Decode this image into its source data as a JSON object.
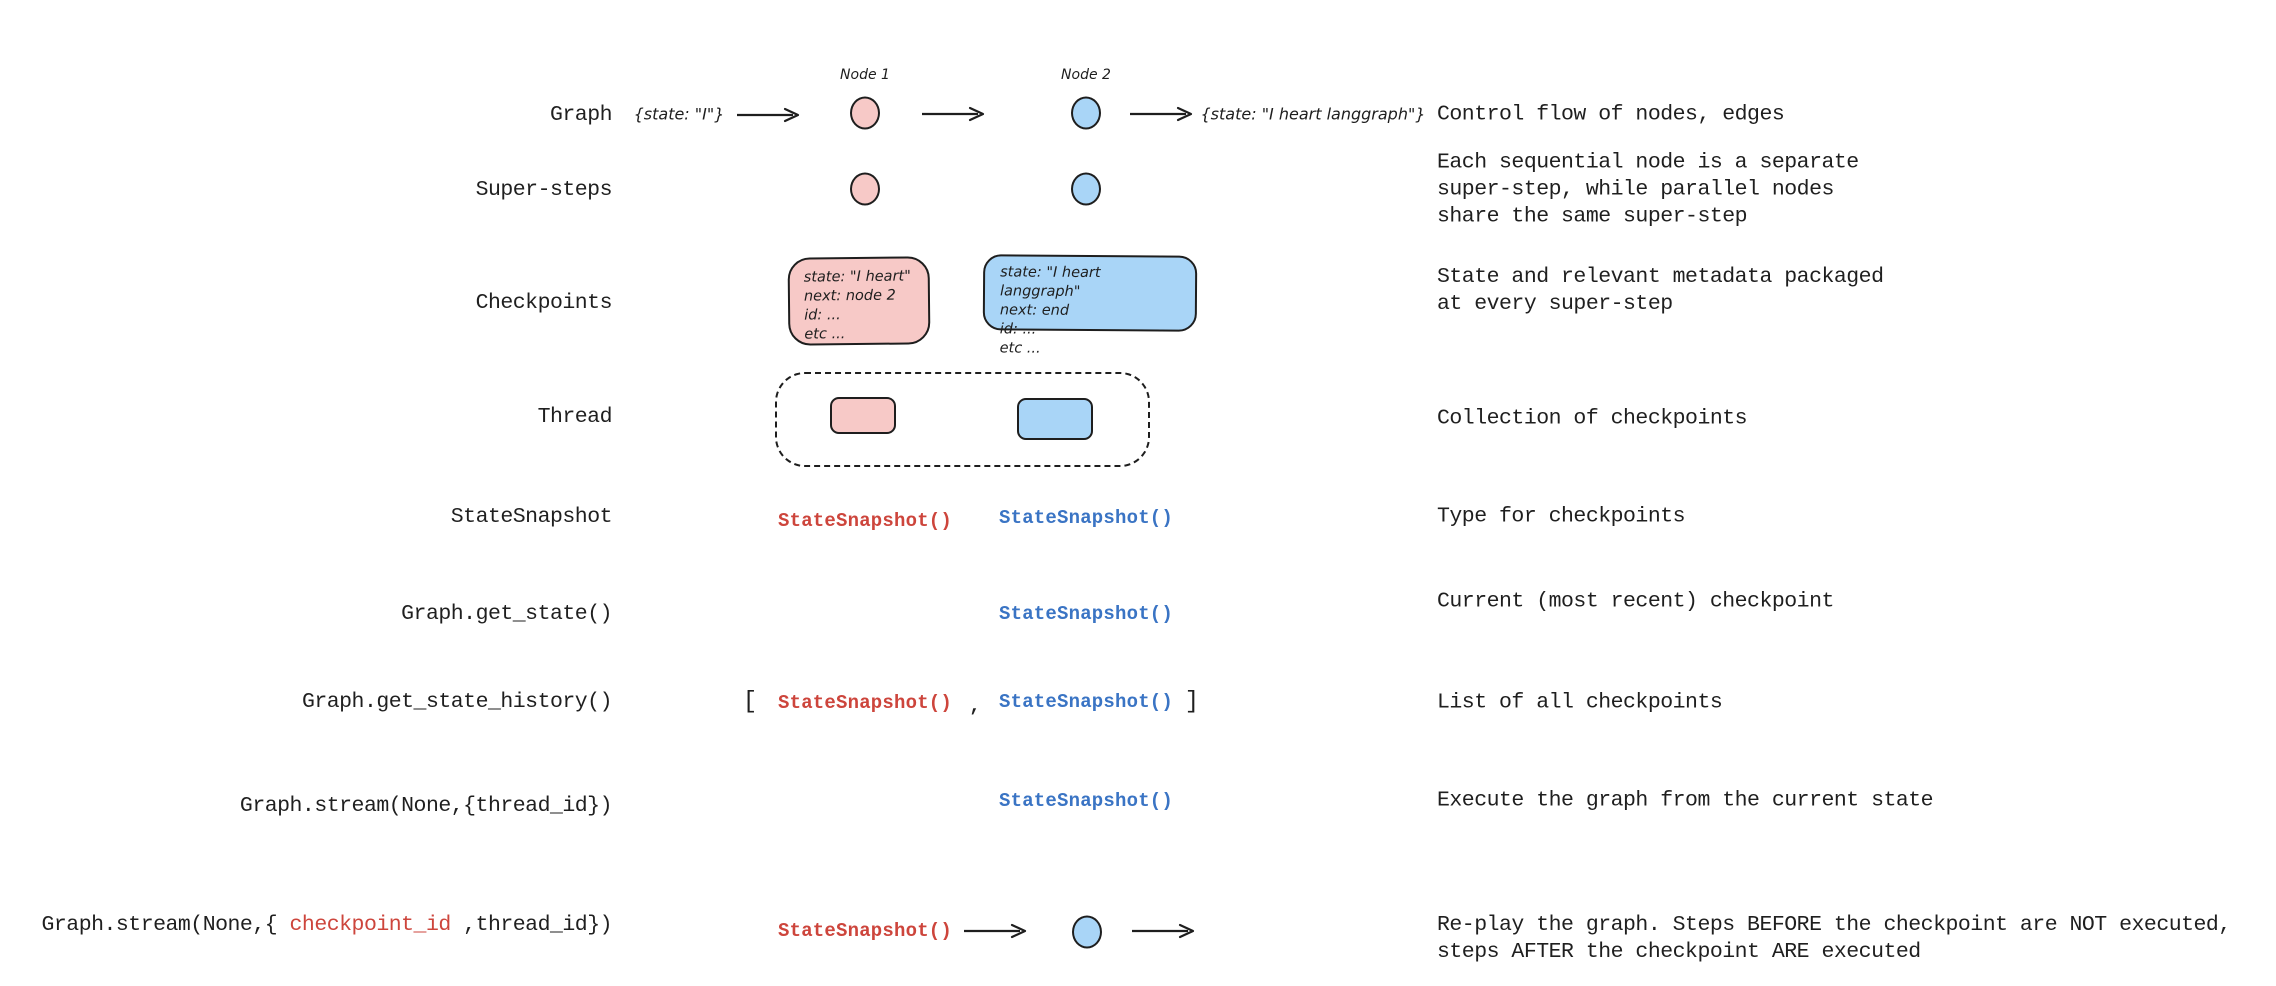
{
  "colors": {
    "ink": "#1f1f1f",
    "stroke": "#1e1e1e",
    "red_code": "#cd453c",
    "blue_code": "#3a74c4",
    "pink_fill": "#f7c9c7",
    "blue_fill": "#a9d5f7"
  },
  "rows": {
    "graph": {
      "label": "Graph",
      "input_state": "{state: \"I\"}",
      "node1_label": "Node 1",
      "node2_label": "Node 2",
      "output_state": "{state: \"I heart langgraph\"}",
      "description": "Control flow of nodes, edges"
    },
    "supersteps": {
      "label": "Super-steps",
      "description": "Each sequential node is a separate\nsuper-step, while parallel nodes\nshare the same super-step"
    },
    "checkpoints": {
      "label": "Checkpoints",
      "pink_box": "state: \"I heart\"\nnext: node 2\nid: ...\netc ...",
      "blue_box": "state: \"I heart langgraph\"\nnext: end\nid: ...\netc ...",
      "description": "State and relevant metadata packaged\nat every super-step"
    },
    "thread": {
      "label": "Thread",
      "description": "Collection of checkpoints"
    },
    "statesnapshot": {
      "label": "StateSnapshot",
      "red_value": "StateSnapshot()",
      "blue_value": "StateSnapshot()",
      "description": "Type for checkpoints"
    },
    "get_state": {
      "label": "Graph.get_state()",
      "blue_value": "StateSnapshot()",
      "description": "Current (most recent) checkpoint"
    },
    "get_state_history": {
      "label": "Graph.get_state_history()",
      "bracket_open": "[",
      "red_value": "StateSnapshot()",
      "comma": ",",
      "blue_value": "StateSnapshot()",
      "bracket_close": "]",
      "description": "List of all checkpoints"
    },
    "stream": {
      "label": "Graph.stream(None,{thread_id})",
      "blue_value": "StateSnapshot()",
      "description": "Execute the graph from the current state"
    },
    "replay": {
      "label_prefix": "Graph.stream(None,{ ",
      "label_checkpoint_id": "checkpoint_id",
      "label_suffix": " ,thread_id})",
      "red_value": "StateSnapshot()",
      "description": "Re-play the graph. Steps BEFORE the checkpoint are NOT executed,\nsteps AFTER the checkpoint ARE executed"
    }
  }
}
